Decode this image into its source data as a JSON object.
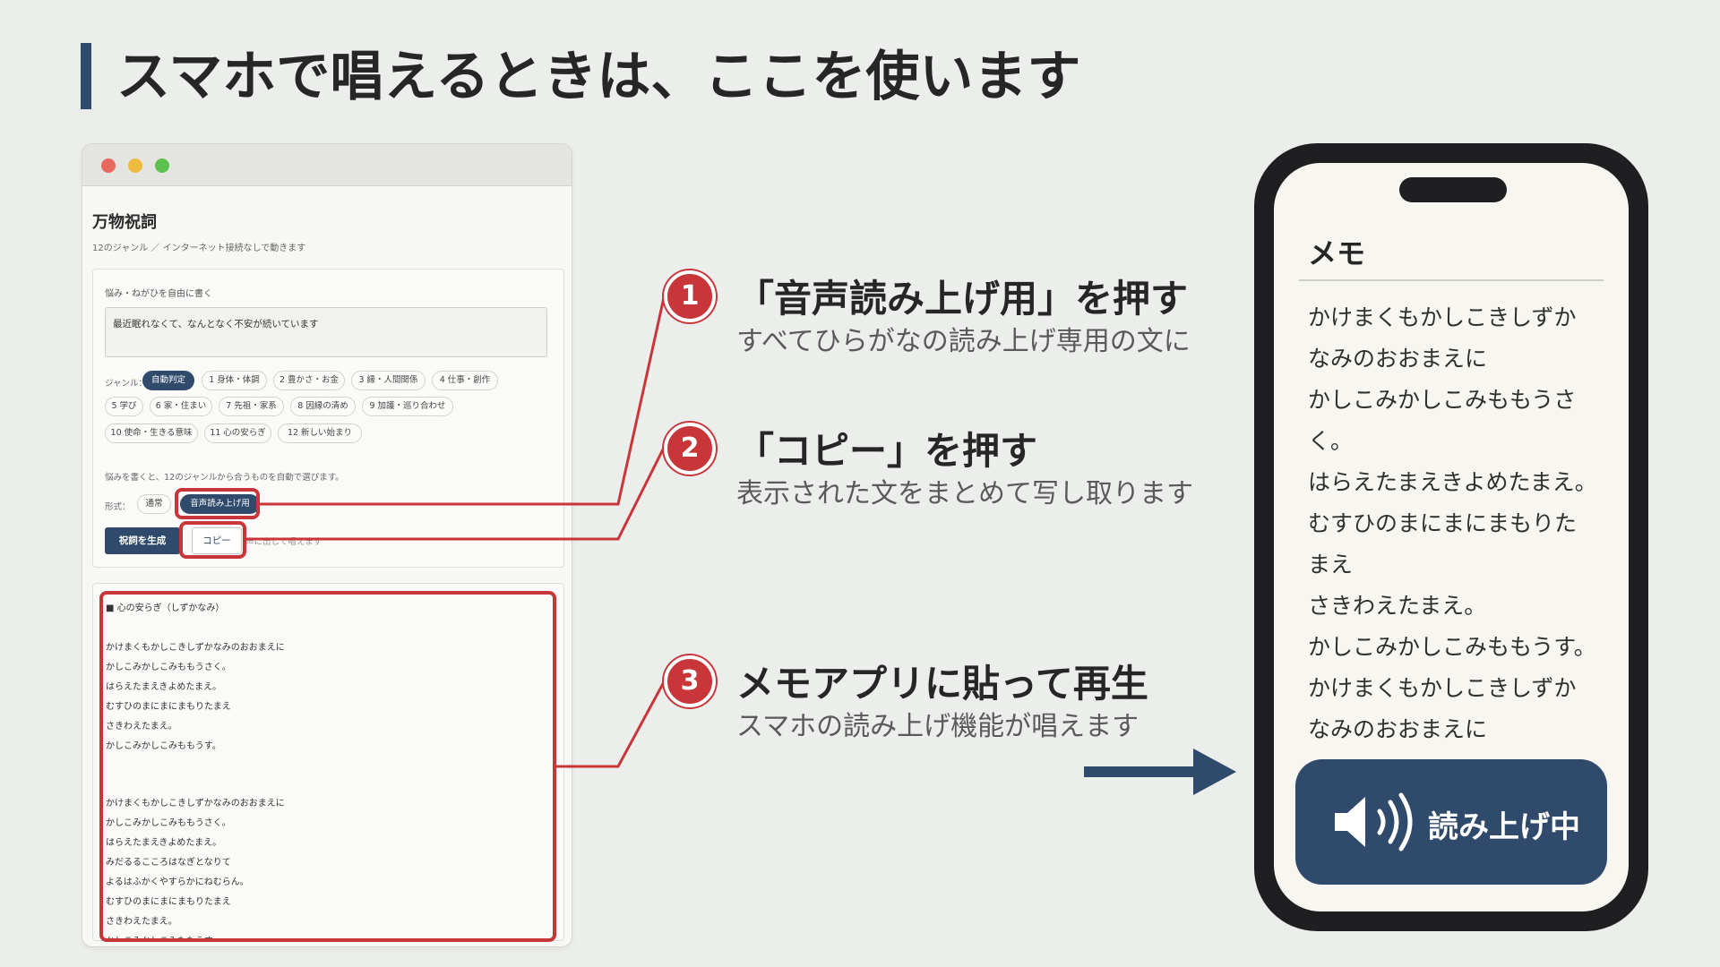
{
  "page": {
    "title": "スマホで唱えるときは、ここを使います"
  },
  "browser": {
    "app_title": "万物祝詞",
    "app_subtitle": "12のジャンル ／ インターネット接続なしで動きます",
    "form": {
      "worry_label": "悩み・ねがひを自由に書く",
      "worry_value": "最近眠れなくて、なんとなく不安が続いています",
      "genre_label": "ジャンル：",
      "genres": [
        "自動判定",
        "1 身体・体調",
        "2 豊かさ・お金",
        "3 縁・人間関係",
        "4 仕事・創作",
        "5 学び",
        "6 家・住まい",
        "7 先祖・家系",
        "8 因縁の清め",
        "9 加護・巡り合わせ",
        "10 使命・生きる意味",
        "11 心の安らぎ",
        "12 新しい始まり"
      ],
      "genre_active_index": 0,
      "note": "悩みを書くと、12のジャンルから合うものを自動で選びます。",
      "format_label": "形式：",
      "format_normal": "通常",
      "format_read": "音声読み上げ用",
      "generate_button": "祝詞を生成",
      "copy_button": "コピー",
      "ghost_text": "声に出して唱えます"
    },
    "result": {
      "heading": "■ 心の安らぎ（しずかなみ）",
      "lines": [
        "かけまくもかしこきしずかなみのおおまえに",
        "かしこみかしこみももうさく。",
        "はらえたまえきよめたまえ。",
        "むすひのまにまにまもりたまえ",
        "さきわえたまえ。",
        "かしこみかしこみももうす。",
        "",
        "",
        "かけまくもかしこきしずかなみのおおまえに",
        "かしこみかしこみももうさく。",
        "はらえたまえきよめたまえ。",
        "みだるるこころはなぎとなりて",
        "よるはふかくやすらかにねむらん。",
        "むすひのまにまにまもりたまえ",
        "さきわえたまえ。",
        "かしこみかしこみももうす。"
      ]
    }
  },
  "steps": [
    {
      "number": "1",
      "title": "「音声読み上げ用」を押す",
      "desc": "すべてひらがなの読み上げ専用の文に"
    },
    {
      "number": "2",
      "title": "「コピー」を押す",
      "desc": "表示された文をまとめて写し取ります"
    },
    {
      "number": "3",
      "title": "メモアプリに貼って再生",
      "desc": "スマホの読み上げ機能が唱えます"
    }
  ],
  "phone": {
    "memo_title": "メモ",
    "memo_lines": [
      "かけまくもかしこきしずか",
      "なみのおおまえに",
      "かしこみかしこみももうさ",
      "く。",
      "はらえたまえきよめたまえ。",
      "むすひのまにまにまもりた",
      "まえ",
      "さきわえたまえ。",
      "かしこみかしこみももうす。",
      "かけまくもかしこきしずか",
      "なみのおおまえに"
    ],
    "play_label": "読み上げ中",
    "play_icon": "speaker-icon"
  },
  "colors": {
    "accent_navy": "#2f4a6b",
    "highlight_red": "#c8363a",
    "background": "#eceeec"
  }
}
